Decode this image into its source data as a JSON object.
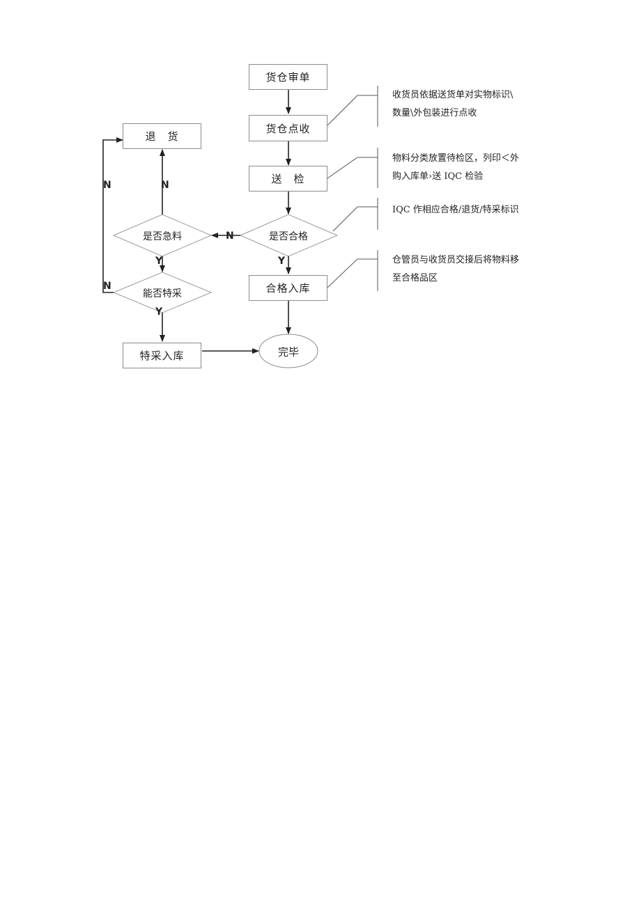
{
  "nodes": {
    "review": "货仓审单",
    "count": "货仓点收",
    "inspect": "送　检",
    "qualified": "是否合格",
    "urgent": "是否急料",
    "return": "退　货",
    "special": "能否特采",
    "special_store": "特采入库",
    "store": "合格入库",
    "done": "完毕"
  },
  "edges": {
    "qualified_no": "N",
    "qualified_yes": "Y",
    "urgent_no": "N",
    "urgent_yes": "Y",
    "special_no": "N",
    "special_yes": "Y"
  },
  "notes": {
    "count": [
      "收货员依据送货单对实物标识\\",
      "数量\\外包装进行点收"
    ],
    "inspect": [
      "物料分类放置待检区，列印＜外",
      "购入库单›送 IQC 检验"
    ],
    "qualified": [
      "IQC 作相应合格/退货/特采标识"
    ],
    "store": [
      "仓管员与收货员交接后将物料移",
      "至合格品区"
    ]
  }
}
